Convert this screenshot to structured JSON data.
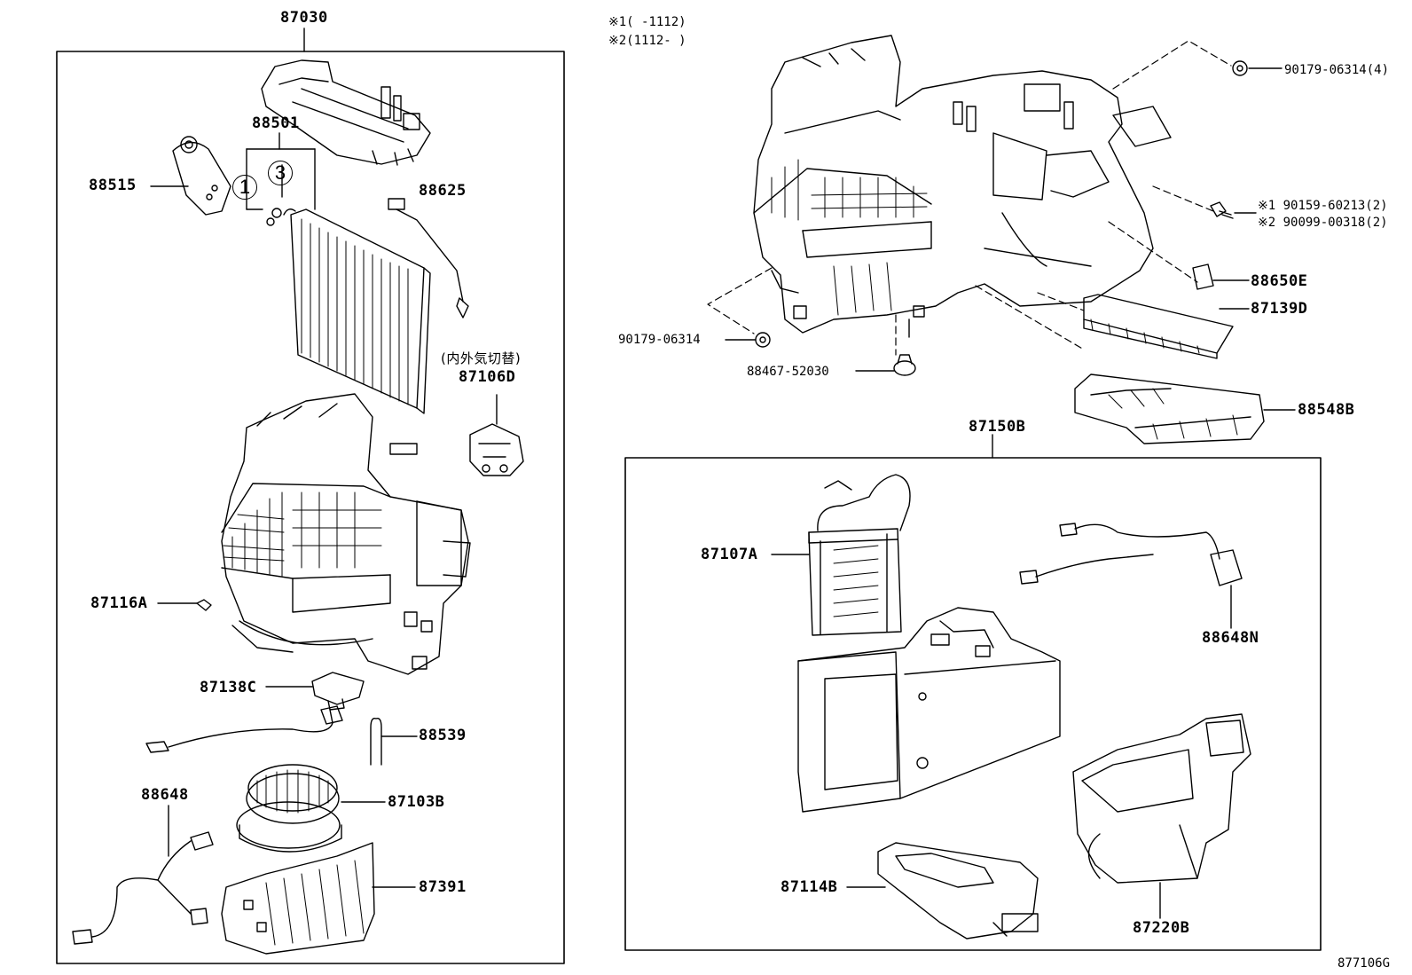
{
  "group_left": "87030",
  "group_right": "87150B",
  "notes": {
    "n1": "※1(    -1112)",
    "n2": "※2(1112-    )"
  },
  "circled": {
    "c1": "1",
    "c3": "3"
  },
  "parts": {
    "p88501": "88501",
    "p88515": "88515",
    "p88625": "88625",
    "p87106d_note": "(内外気切替)",
    "p87106d": "87106D",
    "p87116a": "87116A",
    "p87138c": "87138C",
    "p88539": "88539",
    "p88648": "88648",
    "p87103b": "87103B",
    "p87391": "87391",
    "p90179_4": "90179-06314(4)",
    "p90159": "※1 90159-60213(2)",
    "p90099": "※2 90099-00318(2)",
    "p88650e": "88650E",
    "p87139d": "87139D",
    "p90179": "90179-06314",
    "p88467": "88467-52030",
    "p88548b": "88548B",
    "p87107a": "87107A",
    "p88648n": "88648N",
    "p87114b": "87114B",
    "p87220b": "87220B"
  },
  "diagram_id": "877106G"
}
